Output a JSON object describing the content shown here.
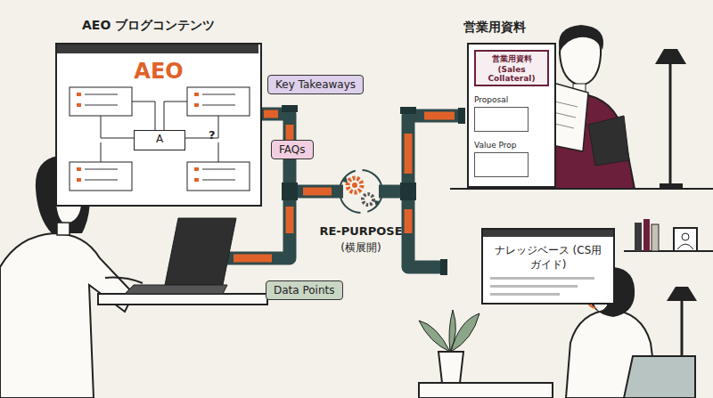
{
  "diagram": {
    "nodes": [
      {
        "text": [
          "AEO ブログコンテンツ",
          "AEO"
        ]
      },
      {
        "text": [
          "A"
        ],
        "in": 0
      },
      {
        "text": [
          "Key Takeaways"
        ]
      },
      {
        "text": [
          "FAQs"
        ]
      },
      {
        "text": [
          "Data Points"
        ]
      },
      {
        "text": [
          "営業用資料 (Sales Collateral)",
          "Proposal",
          "Value Prop"
        ]
      },
      {
        "text": [
          "ナレッジベース (CS用ガイド)"
        ]
      }
    ],
    "labels": [
      "?",
      "営業用資料",
      "RE-PURPOSE",
      "(横展開)"
    ]
  }
}
